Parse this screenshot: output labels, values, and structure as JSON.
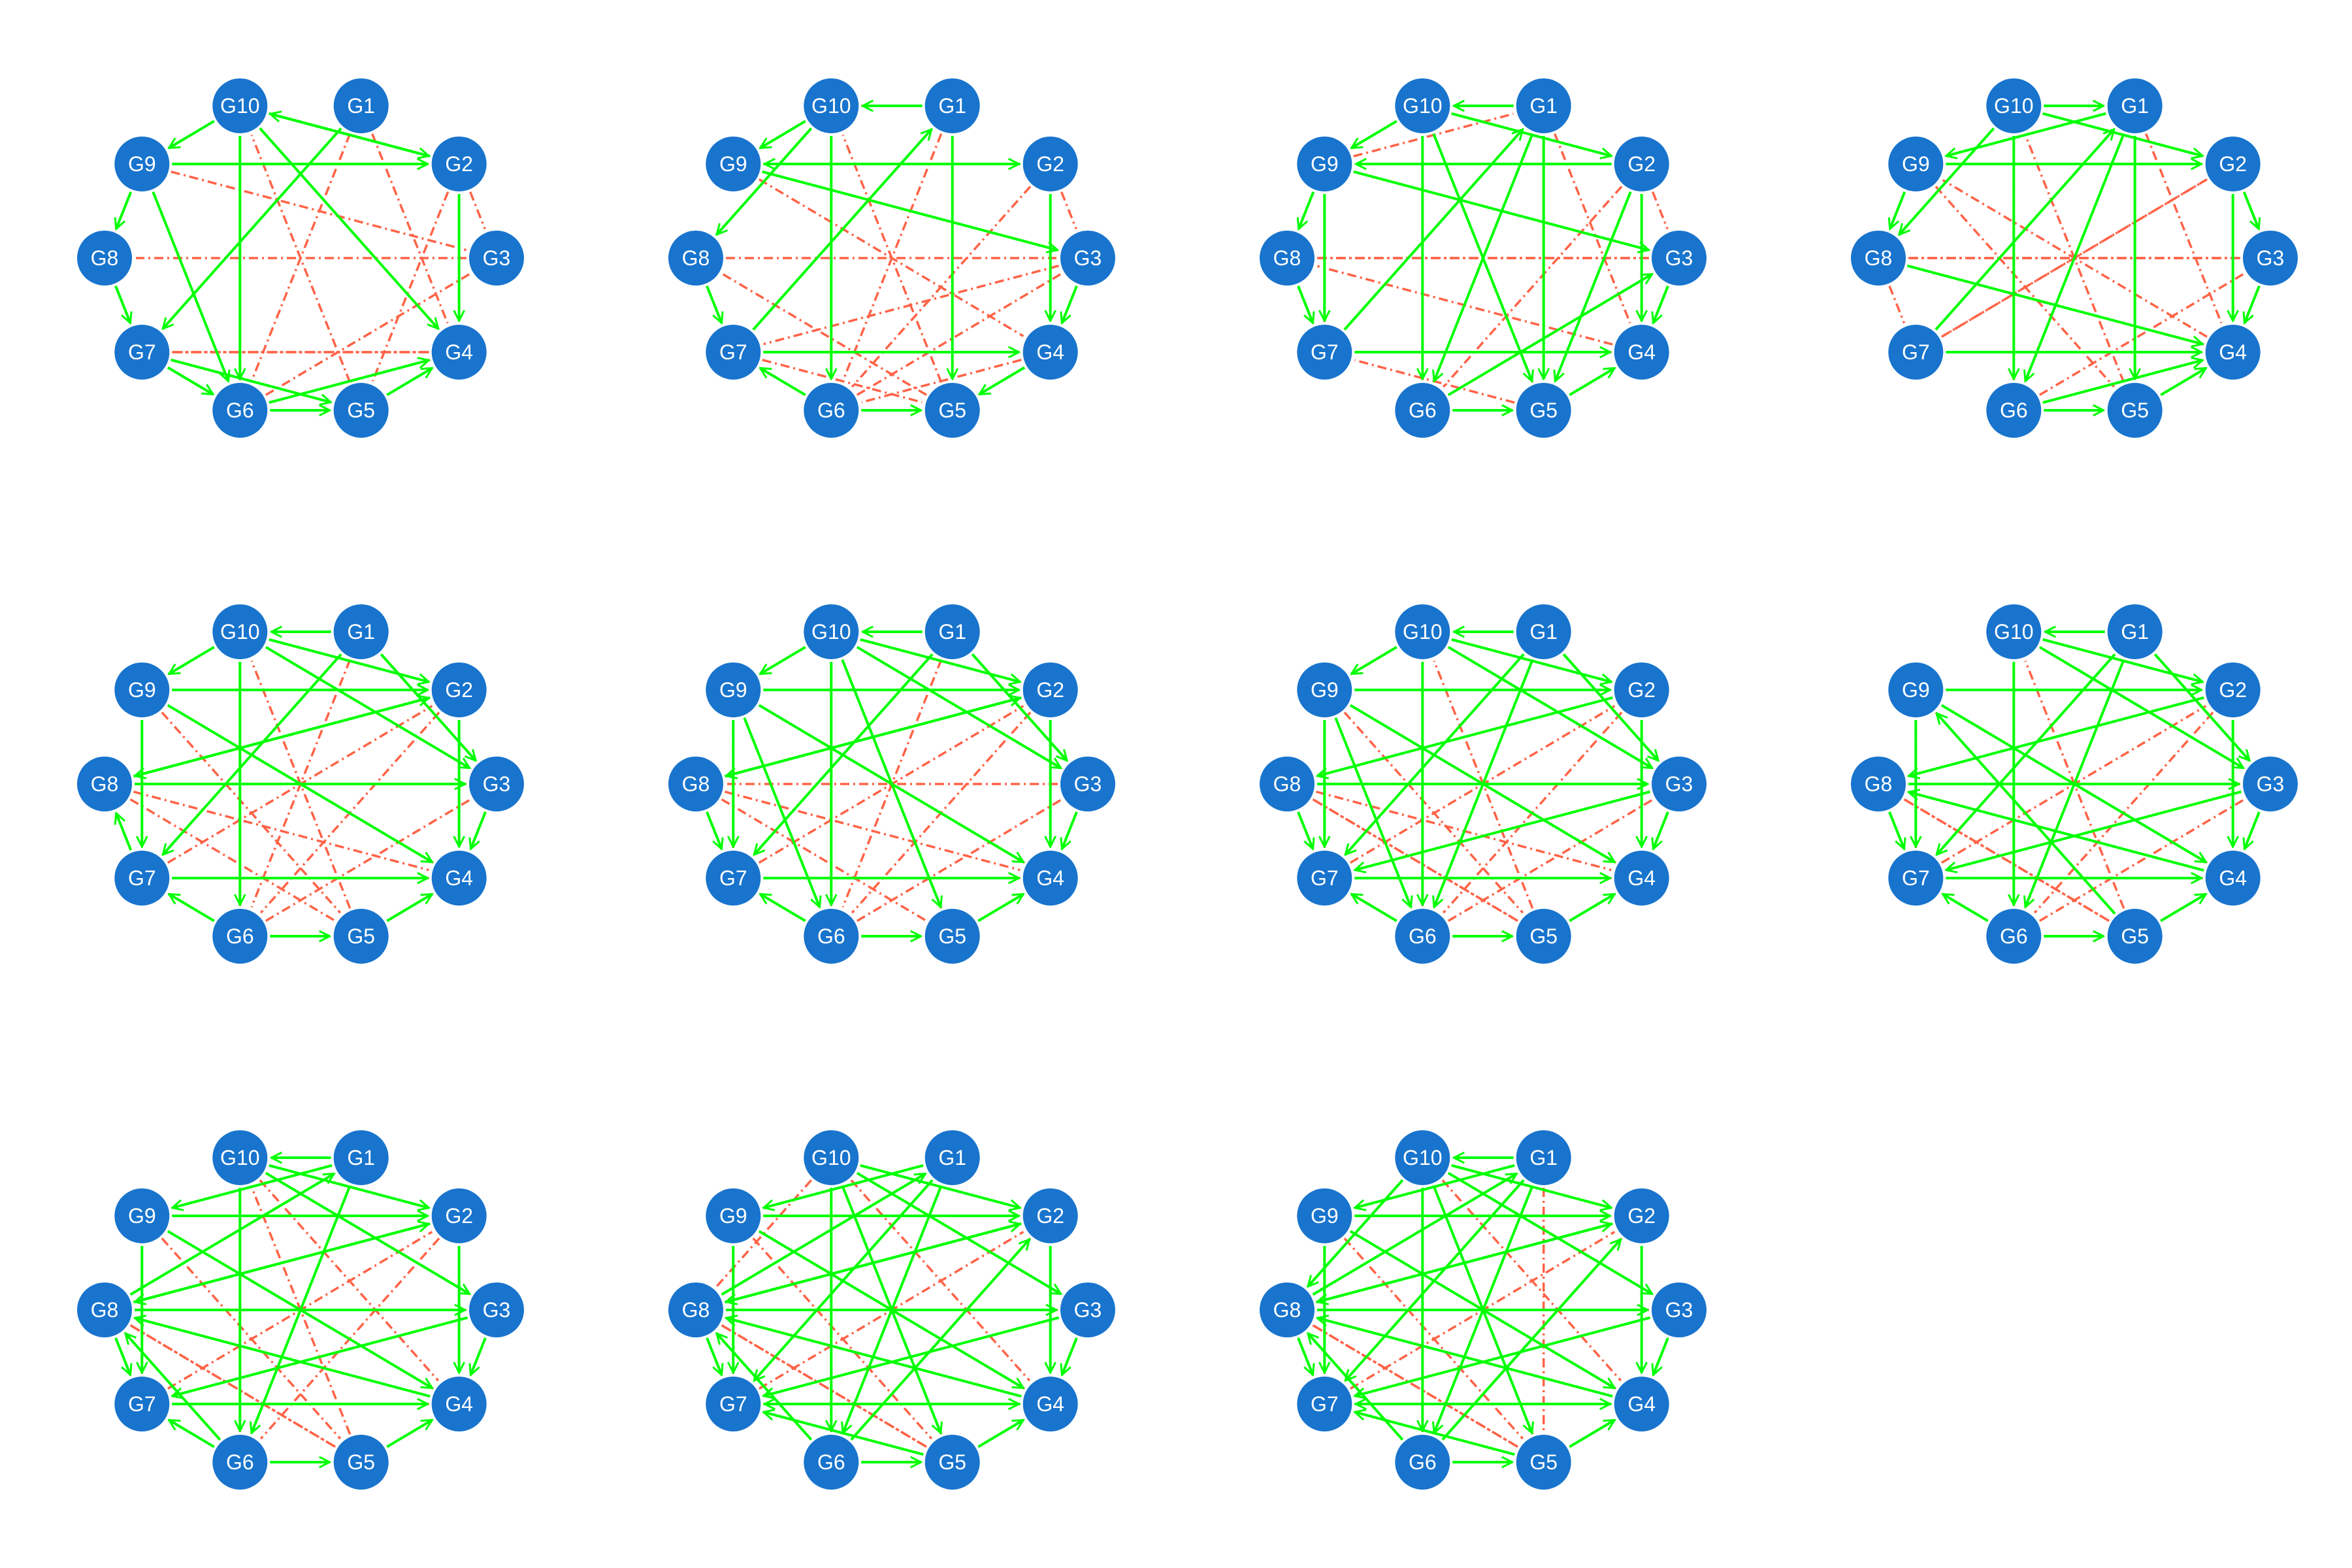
{
  "colors": {
    "node_fill": "#1874CD",
    "node_text": "#ffffff",
    "activating_edge": "#00FF00",
    "inhibiting_edge": "#FF6347",
    "background": "#FFFFFF"
  },
  "node_labels": [
    "G1",
    "G2",
    "G3",
    "G4",
    "G5",
    "G6",
    "G7",
    "G8",
    "G9",
    "G10"
  ],
  "edge_styles": {
    "activating": "solid line with open arrowhead",
    "inhibiting": "dash-dot line"
  },
  "networks": [
    {
      "activating": [
        [
          2,
          10
        ],
        [
          10,
          9
        ],
        [
          9,
          8
        ],
        [
          10,
          2
        ],
        [
          10,
          6
        ],
        [
          6,
          4
        ],
        [
          7,
          6
        ],
        [
          9,
          6
        ],
        [
          1,
          7
        ],
        [
          2,
          4
        ],
        [
          8,
          7
        ],
        [
          10,
          4
        ],
        [
          6,
          5
        ],
        [
          5,
          4
        ],
        [
          7,
          5
        ],
        [
          9,
          2
        ]
      ],
      "inhibiting": [
        [
          3,
          8
        ],
        [
          5,
          10
        ],
        [
          2,
          5
        ],
        [
          1,
          6
        ],
        [
          6,
          10
        ],
        [
          4,
          6
        ],
        [
          9,
          3
        ],
        [
          1,
          4
        ],
        [
          2,
          3
        ],
        [
          7,
          4
        ],
        [
          6,
          3
        ],
        [
          4,
          7
        ]
      ]
    },
    {
      "activating": [
        [
          1,
          10
        ],
        [
          10,
          9
        ],
        [
          7,
          1
        ],
        [
          2,
          9
        ],
        [
          10,
          6
        ],
        [
          6,
          7
        ],
        [
          9,
          2
        ],
        [
          2,
          4
        ],
        [
          9,
          3
        ],
        [
          3,
          4
        ],
        [
          7,
          4
        ],
        [
          6,
          5
        ],
        [
          4,
          5
        ],
        [
          8,
          7
        ],
        [
          10,
          8
        ],
        [
          1,
          5
        ]
      ],
      "inhibiting": [
        [
          9,
          4
        ],
        [
          1,
          6
        ],
        [
          5,
          10
        ],
        [
          8,
          3
        ],
        [
          6,
          3
        ],
        [
          10,
          1
        ],
        [
          7,
          5
        ],
        [
          2,
          6
        ],
        [
          3,
          7
        ],
        [
          5,
          8
        ],
        [
          2,
          3
        ],
        [
          4,
          6
        ]
      ]
    },
    {
      "activating": [
        [
          1,
          10
        ],
        [
          10,
          9
        ],
        [
          9,
          8
        ],
        [
          2,
          9
        ],
        [
          9,
          3
        ],
        [
          10,
          6
        ],
        [
          6,
          5
        ],
        [
          1,
          6
        ],
        [
          7,
          1
        ],
        [
          10,
          2
        ],
        [
          2,
          4
        ],
        [
          3,
          4
        ],
        [
          7,
          4
        ],
        [
          8,
          7
        ],
        [
          1,
          5
        ],
        [
          5,
          4
        ],
        [
          2,
          5
        ],
        [
          6,
          3
        ],
        [
          9,
          7
        ],
        [
          10,
          5
        ]
      ],
      "inhibiting": [
        [
          8,
          3
        ],
        [
          5,
          10
        ],
        [
          2,
          6
        ],
        [
          6,
          10
        ],
        [
          4,
          7
        ],
        [
          7,
          9
        ],
        [
          3,
          8
        ],
        [
          1,
          4
        ],
        [
          9,
          1
        ],
        [
          4,
          8
        ],
        [
          2,
          3
        ],
        [
          5,
          7
        ]
      ]
    },
    {
      "activating": [
        [
          10,
          1
        ],
        [
          1,
          9
        ],
        [
          9,
          2
        ],
        [
          10,
          2
        ],
        [
          10,
          6
        ],
        [
          6,
          5
        ],
        [
          1,
          6
        ],
        [
          7,
          1
        ],
        [
          2,
          4
        ],
        [
          9,
          8
        ],
        [
          8,
          4
        ],
        [
          7,
          4
        ],
        [
          3,
          4
        ],
        [
          2,
          3
        ],
        [
          1,
          5
        ],
        [
          5,
          4
        ],
        [
          6,
          4
        ],
        [
          10,
          8
        ]
      ],
      "inhibiting": [
        [
          8,
          3
        ],
        [
          5,
          10
        ],
        [
          2,
          7
        ],
        [
          4,
          9
        ],
        [
          6,
          10
        ],
        [
          9,
          5
        ],
        [
          3,
          8
        ],
        [
          7,
          2
        ],
        [
          1,
          4
        ],
        [
          4,
          8
        ],
        [
          6,
          3
        ],
        [
          8,
          7
        ]
      ]
    },
    {
      "activating": [
        [
          1,
          10
        ],
        [
          10,
          9
        ],
        [
          9,
          2
        ],
        [
          10,
          2
        ],
        [
          10,
          6
        ],
        [
          6,
          7
        ],
        [
          1,
          7
        ],
        [
          8,
          2
        ],
        [
          9,
          4
        ],
        [
          2,
          4
        ],
        [
          3,
          4
        ],
        [
          8,
          3
        ],
        [
          7,
          4
        ],
        [
          6,
          5
        ],
        [
          5,
          4
        ],
        [
          1,
          3
        ],
        [
          2,
          8
        ],
        [
          9,
          7
        ],
        [
          7,
          8
        ],
        [
          10,
          3
        ]
      ],
      "inhibiting": [
        [
          5,
          10
        ],
        [
          8,
          4
        ],
        [
          4,
          9
        ],
        [
          6,
          10
        ],
        [
          9,
          5
        ],
        [
          3,
          8
        ],
        [
          7,
          2
        ],
        [
          1,
          6
        ],
        [
          2,
          6
        ],
        [
          6,
          3
        ],
        [
          4,
          7
        ],
        [
          8,
          5
        ]
      ]
    },
    {
      "activating": [
        [
          1,
          10
        ],
        [
          10,
          9
        ],
        [
          9,
          2
        ],
        [
          10,
          2
        ],
        [
          10,
          6
        ],
        [
          6,
          7
        ],
        [
          1,
          7
        ],
        [
          8,
          2
        ],
        [
          9,
          4
        ],
        [
          2,
          4
        ],
        [
          3,
          4
        ],
        [
          7,
          4
        ],
        [
          6,
          5
        ],
        [
          5,
          4
        ],
        [
          1,
          3
        ],
        [
          9,
          7
        ],
        [
          8,
          7
        ],
        [
          10,
          3
        ],
        [
          2,
          8
        ],
        [
          10,
          5
        ],
        [
          9,
          6
        ]
      ],
      "inhibiting": [
        [
          5,
          10
        ],
        [
          8,
          4
        ],
        [
          4,
          9
        ],
        [
          6,
          10
        ],
        [
          3,
          8
        ],
        [
          7,
          2
        ],
        [
          1,
          6
        ],
        [
          2,
          6
        ],
        [
          6,
          3
        ],
        [
          4,
          7
        ],
        [
          8,
          5
        ],
        [
          7,
          9
        ]
      ]
    },
    {
      "activating": [
        [
          1,
          10
        ],
        [
          10,
          9
        ],
        [
          10,
          2
        ],
        [
          10,
          6
        ],
        [
          6,
          7
        ],
        [
          1,
          7
        ],
        [
          9,
          4
        ],
        [
          2,
          4
        ],
        [
          3,
          4
        ],
        [
          8,
          3
        ],
        [
          7,
          4
        ],
        [
          6,
          5
        ],
        [
          5,
          4
        ],
        [
          1,
          3
        ],
        [
          9,
          7
        ],
        [
          8,
          7
        ],
        [
          10,
          3
        ],
        [
          2,
          8
        ],
        [
          9,
          6
        ],
        [
          1,
          6
        ],
        [
          9,
          2
        ],
        [
          3,
          7
        ]
      ],
      "inhibiting": [
        [
          5,
          10
        ],
        [
          8,
          4
        ],
        [
          6,
          10
        ],
        [
          7,
          2
        ],
        [
          2,
          6
        ],
        [
          6,
          3
        ],
        [
          4,
          7
        ],
        [
          8,
          5
        ],
        [
          7,
          9
        ],
        [
          5,
          8
        ],
        [
          4,
          9
        ],
        [
          9,
          5
        ]
      ]
    },
    {
      "activating": [
        [
          1,
          10
        ],
        [
          10,
          6
        ],
        [
          6,
          7
        ],
        [
          1,
          7
        ],
        [
          9,
          4
        ],
        [
          2,
          4
        ],
        [
          3,
          4
        ],
        [
          8,
          3
        ],
        [
          7,
          4
        ],
        [
          6,
          5
        ],
        [
          5,
          4
        ],
        [
          1,
          3
        ],
        [
          9,
          7
        ],
        [
          8,
          7
        ],
        [
          10,
          3
        ],
        [
          2,
          8
        ],
        [
          1,
          6
        ],
        [
          9,
          2
        ],
        [
          3,
          7
        ],
        [
          10,
          2
        ],
        [
          4,
          8
        ],
        [
          5,
          9
        ]
      ],
      "inhibiting": [
        [
          5,
          10
        ],
        [
          6,
          10
        ],
        [
          7,
          2
        ],
        [
          2,
          6
        ],
        [
          6,
          3
        ],
        [
          4,
          7
        ],
        [
          8,
          5
        ],
        [
          7,
          9
        ],
        [
          5,
          8
        ],
        [
          4,
          9
        ],
        [
          9,
          5
        ],
        [
          3,
          8
        ]
      ]
    },
    {
      "activating": [
        [
          1,
          10
        ],
        [
          10,
          6
        ],
        [
          6,
          7
        ],
        [
          9,
          4
        ],
        [
          2,
          4
        ],
        [
          3,
          4
        ],
        [
          8,
          3
        ],
        [
          7,
          4
        ],
        [
          6,
          5
        ],
        [
          5,
          4
        ],
        [
          9,
          7
        ],
        [
          8,
          7
        ],
        [
          10,
          3
        ],
        [
          2,
          8
        ],
        [
          1,
          6
        ],
        [
          9,
          2
        ],
        [
          3,
          7
        ],
        [
          10,
          2
        ],
        [
          4,
          8
        ],
        [
          8,
          1
        ],
        [
          8,
          2
        ],
        [
          1,
          9
        ],
        [
          6,
          8
        ]
      ],
      "inhibiting": [
        [
          5,
          10
        ],
        [
          6,
          10
        ],
        [
          2,
          6
        ],
        [
          4,
          7
        ],
        [
          8,
          5
        ],
        [
          7,
          9
        ],
        [
          5,
          8
        ],
        [
          4,
          9
        ],
        [
          9,
          5
        ],
        [
          3,
          8
        ],
        [
          10,
          4
        ],
        [
          7,
          2
        ]
      ]
    },
    {
      "activating": [
        [
          10,
          6
        ],
        [
          9,
          4
        ],
        [
          2,
          4
        ],
        [
          3,
          4
        ],
        [
          8,
          3
        ],
        [
          7,
          4
        ],
        [
          6,
          5
        ],
        [
          5,
          4
        ],
        [
          9,
          7
        ],
        [
          8,
          7
        ],
        [
          10,
          3
        ],
        [
          2,
          8
        ],
        [
          1,
          6
        ],
        [
          9,
          2
        ],
        [
          3,
          7
        ],
        [
          10,
          2
        ],
        [
          4,
          8
        ],
        [
          8,
          1
        ],
        [
          8,
          2
        ],
        [
          1,
          9
        ],
        [
          6,
          8
        ],
        [
          10,
          5
        ],
        [
          1,
          7
        ],
        [
          6,
          2
        ],
        [
          5,
          7
        ],
        [
          4,
          7
        ]
      ],
      "inhibiting": [
        [
          5,
          10
        ],
        [
          6,
          10
        ],
        [
          2,
          6
        ],
        [
          8,
          5
        ],
        [
          7,
          9
        ],
        [
          5,
          8
        ],
        [
          4,
          9
        ],
        [
          9,
          5
        ],
        [
          3,
          8
        ],
        [
          10,
          4
        ],
        [
          7,
          2
        ],
        [
          10,
          8
        ]
      ]
    },
    {
      "activating": [
        [
          10,
          6
        ],
        [
          9,
          4
        ],
        [
          2,
          4
        ],
        [
          3,
          4
        ],
        [
          8,
          3
        ],
        [
          7,
          4
        ],
        [
          6,
          5
        ],
        [
          5,
          4
        ],
        [
          9,
          7
        ],
        [
          8,
          7
        ],
        [
          10,
          3
        ],
        [
          2,
          8
        ],
        [
          1,
          6
        ],
        [
          9,
          2
        ],
        [
          3,
          7
        ],
        [
          10,
          2
        ],
        [
          4,
          8
        ],
        [
          8,
          1
        ],
        [
          8,
          2
        ],
        [
          1,
          9
        ],
        [
          6,
          8
        ],
        [
          10,
          5
        ],
        [
          1,
          7
        ],
        [
          6,
          2
        ],
        [
          5,
          7
        ],
        [
          4,
          7
        ],
        [
          1,
          10
        ],
        [
          10,
          8
        ]
      ],
      "inhibiting": [
        [
          5,
          10
        ],
        [
          6,
          10
        ],
        [
          2,
          6
        ],
        [
          8,
          5
        ],
        [
          7,
          9
        ],
        [
          5,
          8
        ],
        [
          4,
          9
        ],
        [
          9,
          5
        ],
        [
          3,
          8
        ],
        [
          10,
          4
        ],
        [
          7,
          2
        ],
        [
          1,
          5
        ]
      ]
    }
  ]
}
